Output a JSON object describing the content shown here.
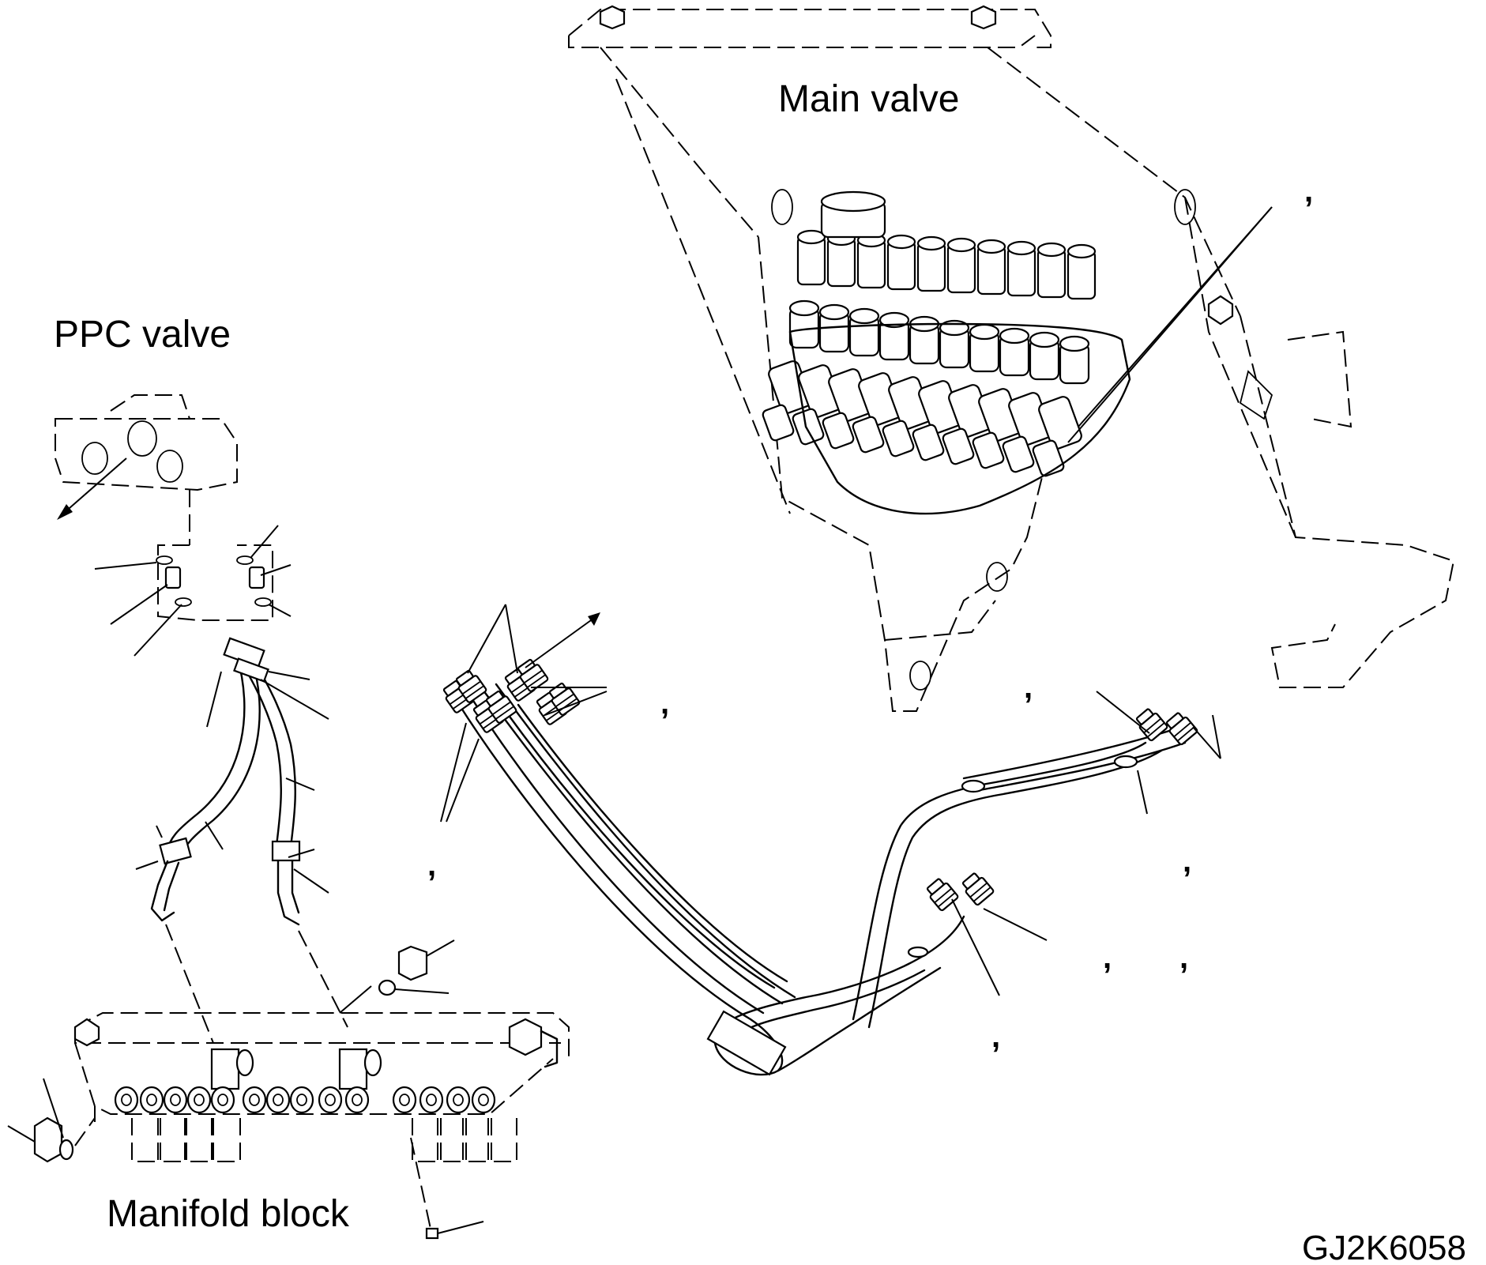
{
  "labels": {
    "main_valve": "Main valve",
    "ppc_valve": "PPC valve",
    "manifold_block": "Manifold block",
    "drawing_code": "GJ2K6058"
  },
  "separator": ","
}
